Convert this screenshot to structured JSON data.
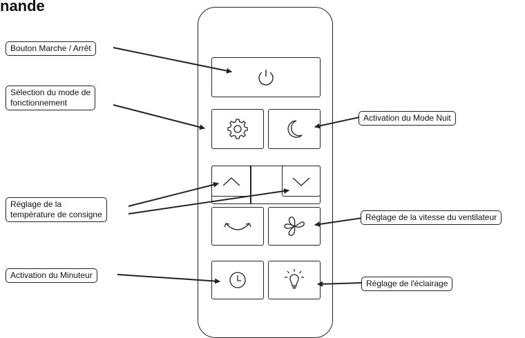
{
  "title": "nande",
  "callouts": {
    "power": "Bouton Marche / Arrêt",
    "mode_line1": "Sélection du mode de",
    "mode_line2": "fonctionnement",
    "night": "Activation du Mode Nuit",
    "temp_line1": "Réglage de la",
    "temp_line2": "température de consigne",
    "fan": "Réglage de la vitesse du ventilateur",
    "timer": "Activation du Minuteur",
    "light": "Réglage de l'éclairage"
  },
  "icons": {
    "power": "power-icon",
    "mode": "gear-icon",
    "night": "crescent-moon-icon",
    "up": "chevron-up-icon",
    "down": "chevron-down-icon",
    "swing": "swing-arrows-icon",
    "fan": "fan-icon",
    "timer": "clock-icon",
    "light": "light-bulb-icon"
  },
  "colors": {
    "stroke": "#222222",
    "background": "#ffffff"
  }
}
